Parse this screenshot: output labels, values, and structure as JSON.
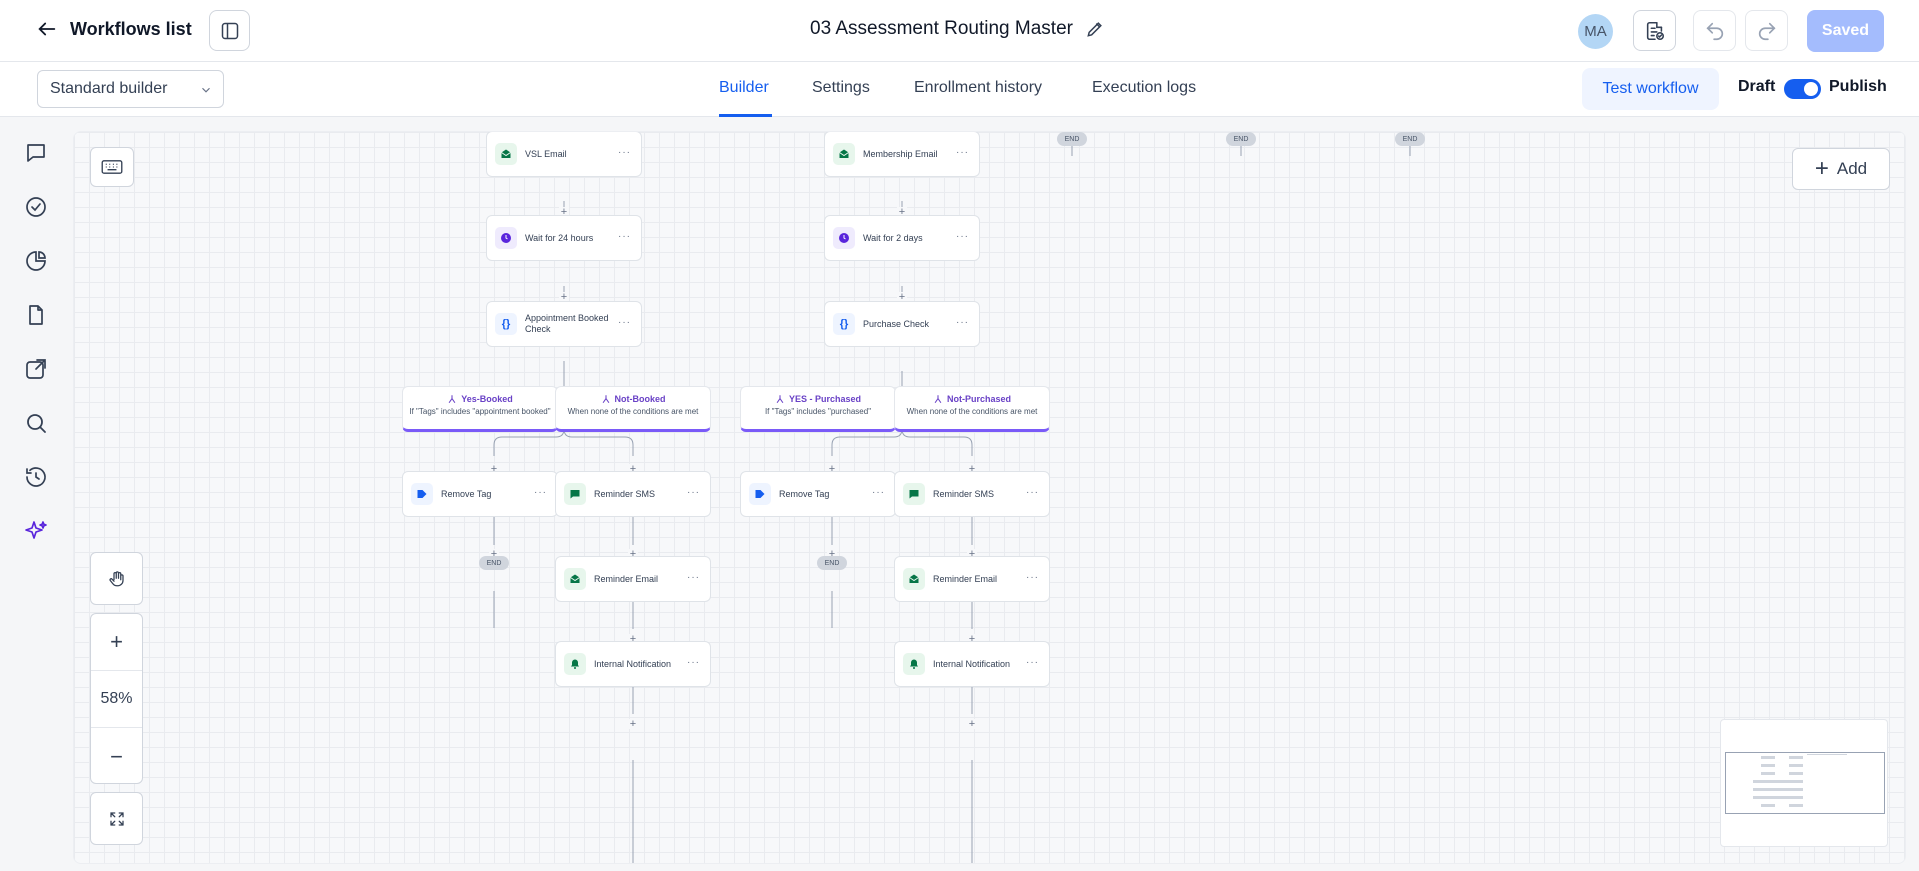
{
  "header": {
    "back_label": "Workflows list",
    "title": "03 Assessment Routing Master",
    "avatar_initials": "MA",
    "saved_label": "Saved"
  },
  "subbar": {
    "builder_select": "Standard builder",
    "tabs": [
      {
        "label": "Builder",
        "active": true
      },
      {
        "label": "Settings",
        "active": false
      },
      {
        "label": "Enrollment history",
        "active": false
      },
      {
        "label": "Execution logs",
        "active": false
      }
    ],
    "test_label": "Test workflow",
    "draft_label": "Draft",
    "publish_label": "Publish",
    "publish_toggle_on": true
  },
  "canvas": {
    "add_label": "Add",
    "zoom_level": "58%",
    "top_ends": [
      "END",
      "END",
      "END"
    ],
    "nodes": {
      "vsl_email": "VSL Email",
      "membership_email": "Membership Email",
      "wait_24": "Wait for 24 hours",
      "wait_2d": "Wait for 2 days",
      "appt_check": "Appointment Booked Check",
      "purchase_check": "Purchase Check",
      "remove_tag_1": "Remove Tag",
      "reminder_sms_1": "Reminder SMS",
      "remove_tag_2": "Remove Tag",
      "reminder_sms_2": "Reminder SMS",
      "reminder_email_1": "Reminder Email",
      "reminder_email_2": "Reminder Email",
      "internal_notif_1": "Internal Notification",
      "internal_notif_2": "Internal Notification"
    },
    "branches": [
      {
        "name": "Yes-Booked",
        "desc": "If \"Tags\" includes \"appointment booked\""
      },
      {
        "name": "Not-Booked",
        "desc": "When none of the conditions are met"
      },
      {
        "name": "YES - Purchased",
        "desc": "If \"Tags\" includes \"purchased\""
      },
      {
        "name": "Not-Purchased",
        "desc": "When none of the conditions are met"
      }
    ],
    "end_label": "END"
  },
  "colors": {
    "accent": "#155eef",
    "branch": "#7a5af8",
    "saved_bg": "#a4bcfd",
    "email_icon": "#067647",
    "wait_icon": "#5925dc"
  }
}
